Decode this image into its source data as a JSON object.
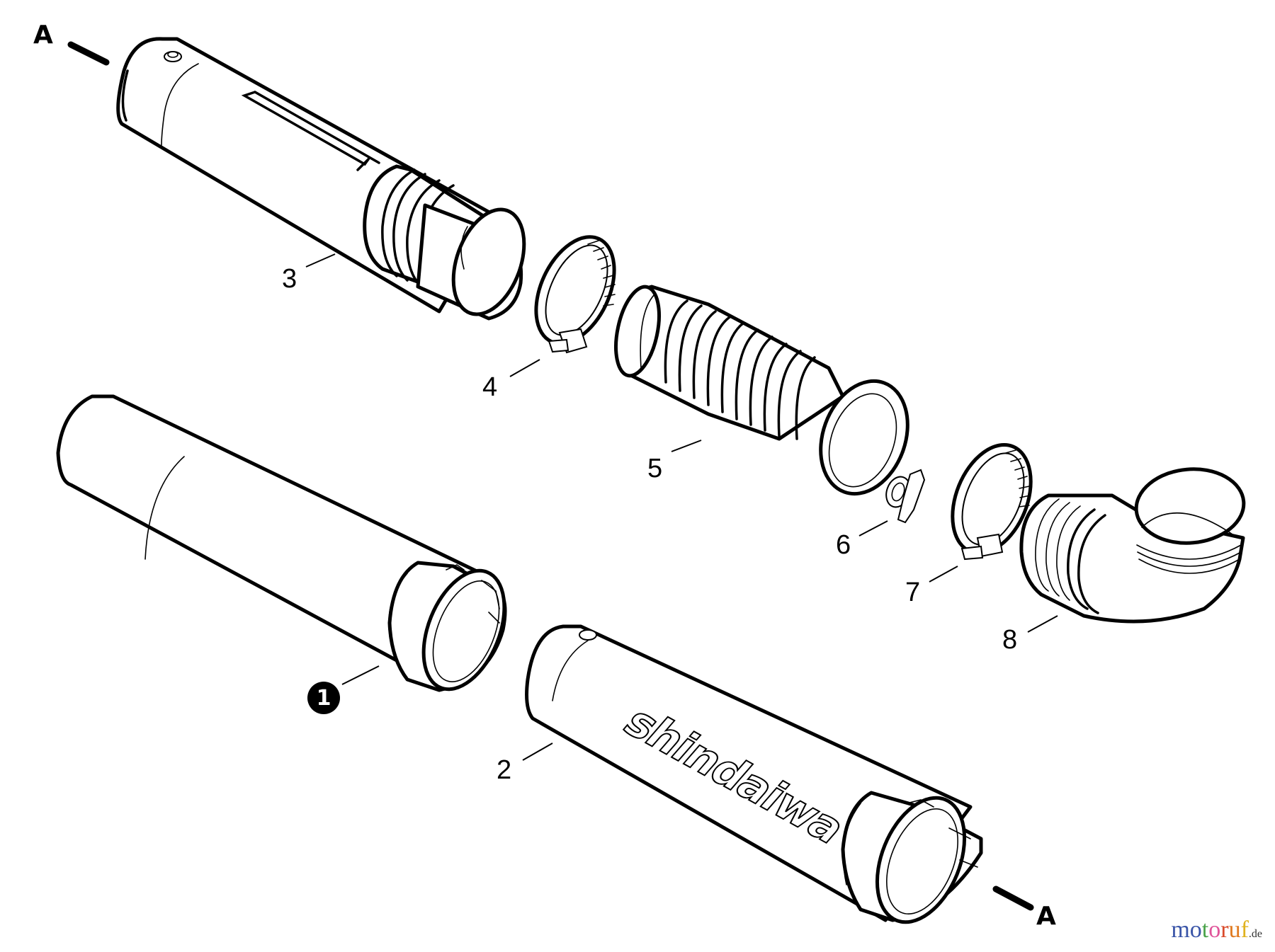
{
  "diagram": {
    "type": "exploded-parts-diagram",
    "subject": "blower pipe assembly",
    "brand_label": "shindaiwa",
    "reference_markers": [
      {
        "label": "A",
        "position": "top-left"
      },
      {
        "label": "A",
        "position": "bottom-right"
      }
    ],
    "parts": [
      {
        "id": "1",
        "callout": "1",
        "name": "pipe",
        "callout_style": "filled-circle"
      },
      {
        "id": "2",
        "callout": "2",
        "name": "pipe with shindaiwa logo"
      },
      {
        "id": "3",
        "callout": "3",
        "name": "pipe with slot and ribbed end"
      },
      {
        "id": "4",
        "callout": "4",
        "name": "hose clamp"
      },
      {
        "id": "5",
        "callout": "5",
        "name": "flexible bellows hose"
      },
      {
        "id": "6",
        "callout": "6",
        "name": "wing lock / retainer"
      },
      {
        "id": "7",
        "callout": "7",
        "name": "hose clamp"
      },
      {
        "id": "8",
        "callout": "8",
        "name": "elbow pipe"
      }
    ]
  },
  "watermark": {
    "letters": [
      {
        "ch": "m",
        "color": "#3a55a8"
      },
      {
        "ch": "o",
        "color": "#3a55a8"
      },
      {
        "ch": "t",
        "color": "#4aa34a"
      },
      {
        "ch": "o",
        "color": "#e0559a"
      },
      {
        "ch": "r",
        "color": "#d94a2a"
      },
      {
        "ch": "u",
        "color": "#e07a1f"
      },
      {
        "ch": "f",
        "color": "#e0b21f"
      }
    ],
    "tld": ".de"
  }
}
